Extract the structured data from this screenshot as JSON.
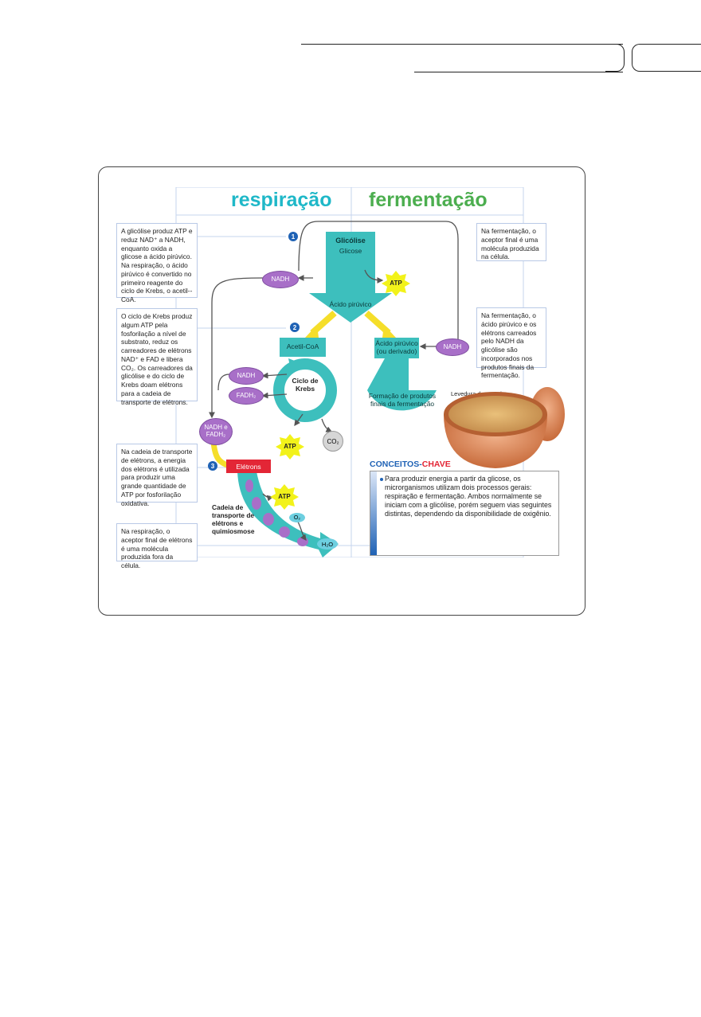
{
  "headings": {
    "left": "respiração",
    "right": "fermentação"
  },
  "steps": {
    "one": "1",
    "two": "2",
    "three": "3"
  },
  "notes": {
    "glycolysis": "A glicólise produz ATP e reduz NAD⁺ a NADH, enquanto oxida a glicose a ácido pirúvico. Na respiração, o ácido pirúvico é convertido no primeiro reagente do ciclo de Krebs, o acetil--CoA.",
    "krebs": "O ciclo de Krebs produz algum ATP pela fosforilação a nível de substrato, reduz os carreadores de elétrons NAD⁺ e FAD e libera CO₂. Os carreadores da glicólise e do ciclo de Krebs doam elétrons para a cadeia de transporte de elétrons.",
    "etc": "Na cadeia de transporte de elétrons, a energia dos elétrons é utilizada para produzir uma grande quantidade de ATP por fosforilação oxidativa.",
    "final_acceptor_resp": "Na respiração, o aceptor final de elétrons é uma molécula produzida fora da célula.",
    "final_acceptor_ferm": "Na fermentação, o aceptor final é uma molécula produzida na célula.",
    "ferm_nadh": "Na fermentação, o ácido pirúvico e os elétrons carreados pelo NADH da glicólise são incorporados nos produtos finais da fermentação."
  },
  "nodes": {
    "glicolise": "Glicólise",
    "glicose": "Glicose",
    "acido_piruvico": "Ácido pirúvico",
    "nadh": "NADH",
    "atp": "ATP",
    "acetil": "Acetil-CoA",
    "ciclo": "Ciclo de Krebs",
    "fadh": "FADH₂",
    "co2": "CO₂",
    "nadh_fadh": "NADH e FADH₂",
    "eletrons": "Elétrons",
    "cadeia": "Cadeia de transporte de elétrons e quimiosmose",
    "o2": "O₂",
    "h2o": "H₂O",
    "acido_deriv": "Ácido pirúvico (ou derivado)",
    "formacao": "Formação de produtos finais da fermentação"
  },
  "photo_caption": "Levedura de cerveja",
  "key_concepts": {
    "title_a": "CONCEITOS-",
    "title_b": "CHAVE",
    "text": "Para produzir energia a partir da glicose, os microrganismos utilizam dois processos gerais: respiração e fermentação. Ambos normalmente se iniciam com a glicólise, porém seguem vias seguintes distintas, dependendo da disponibilidade de oxigênio."
  },
  "colors": {
    "teal": "#3dbfbd",
    "green": "#4cae4f",
    "purple": "#a86fc8",
    "red": "#e32636",
    "yellow": "#f5de2a",
    "blue": "#1f62b5"
  }
}
